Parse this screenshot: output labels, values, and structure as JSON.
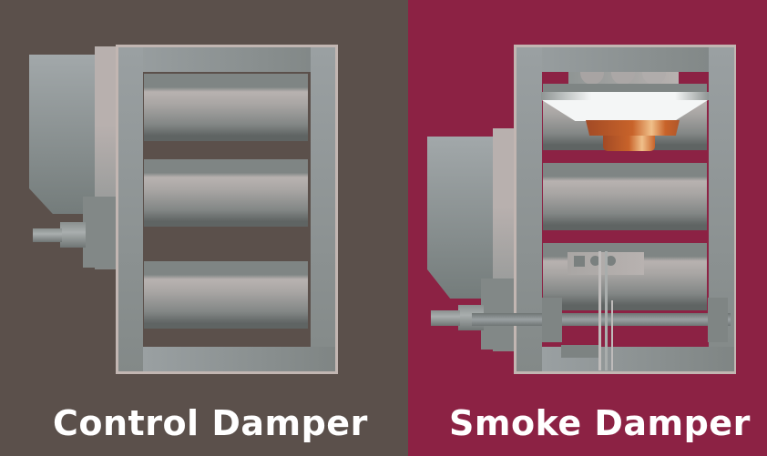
{
  "panels": [
    {
      "id": "control",
      "label": "Control Damper",
      "background": "#5b504b"
    },
    {
      "id": "smoke",
      "label": "Smoke Damper",
      "background": "#8c2244"
    }
  ],
  "colors": {
    "frame_outline": "#c2b6b2",
    "metal_light": "#9aa0a2",
    "metal_dark": "#5f6463",
    "fusible_link_copper": "#c8632a",
    "fusible_link_highlight": "#f0c08a",
    "cone_white": "#f4f6f6"
  }
}
